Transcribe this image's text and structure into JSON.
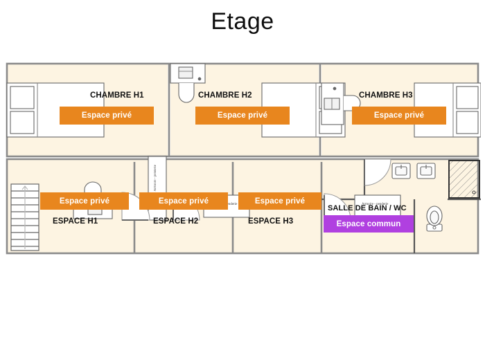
{
  "title": "Etage",
  "colors": {
    "private_badge": "#e8861e",
    "common_badge": "#b040e0",
    "room_fill": "#fdf4e2",
    "wall": "#8a8a8a",
    "furniture_stroke": "#666666",
    "text": "#111111",
    "background": "#ffffff"
  },
  "badges": {
    "private": "Espace privé",
    "common": "Espace commun"
  },
  "furniture_labels": {
    "wardrobe": "Armoire - penderie"
  },
  "rooms": {
    "bedrooms": [
      {
        "id": "chambre-h1",
        "name": "CHAMBRE H1",
        "badge": "Espace privé",
        "badge_type": "private"
      },
      {
        "id": "chambre-h2",
        "name": "CHAMBRE H2",
        "badge": "Espace privé",
        "badge_type": "private"
      },
      {
        "id": "chambre-h3",
        "name": "CHAMBRE H3",
        "badge": "Espace privé",
        "badge_type": "private"
      }
    ],
    "spaces": [
      {
        "id": "espace-h1",
        "name": "ESPACE H1",
        "badge": "Espace privé",
        "badge_type": "private"
      },
      {
        "id": "espace-h2",
        "name": "ESPACE H2",
        "badge": "Espace privé",
        "badge_type": "private"
      },
      {
        "id": "espace-h3",
        "name": "ESPACE H3",
        "badge": "Espace privé",
        "badge_type": "private"
      }
    ],
    "bathroom": {
      "id": "salle-de-bain-wc",
      "name": "SALLE DE BAIN / WC",
      "badge": "Espace commun",
      "badge_type": "common"
    }
  },
  "fixtures": {
    "beds": 3,
    "desks": 3,
    "chairs": 3,
    "wardrobes": 3,
    "doors": 4,
    "sinks": 2,
    "toilets": 1,
    "showers": 1,
    "staircases": 1,
    "staircase_steps": 9
  }
}
